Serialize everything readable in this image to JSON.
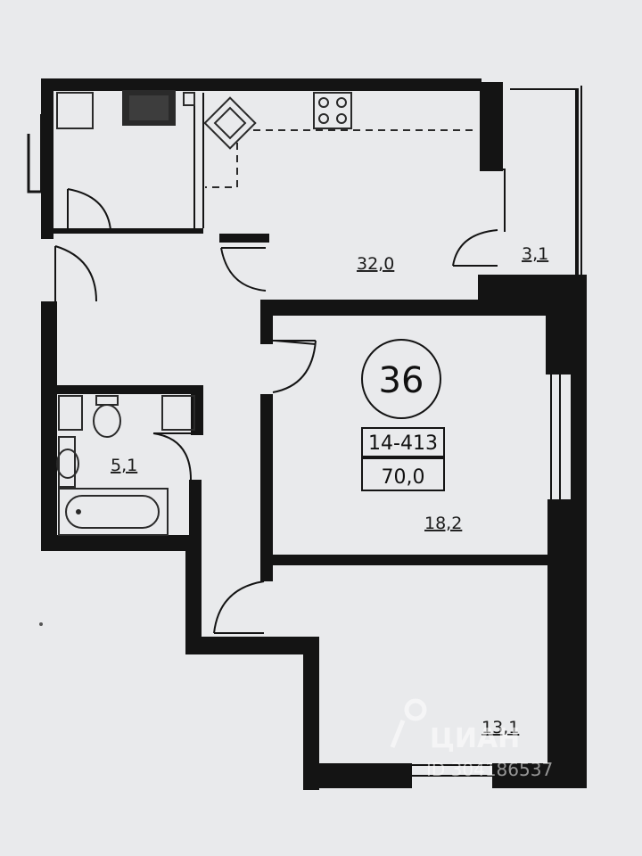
{
  "apartment": {
    "number": "36",
    "code": "14-413",
    "total_area": "70,0"
  },
  "rooms": {
    "kitchen_living": "32,0",
    "balcony": "3,1",
    "bathroom": "5,1",
    "bedroom_1": "18,2",
    "bedroom_2": "13,1"
  },
  "watermark": {
    "logo_text": "ЦИАН",
    "id_text": "ID 304186537"
  },
  "colors": {
    "wall": "#141414",
    "background": "#e9eaec",
    "fixture": "#2a2a2a"
  }
}
